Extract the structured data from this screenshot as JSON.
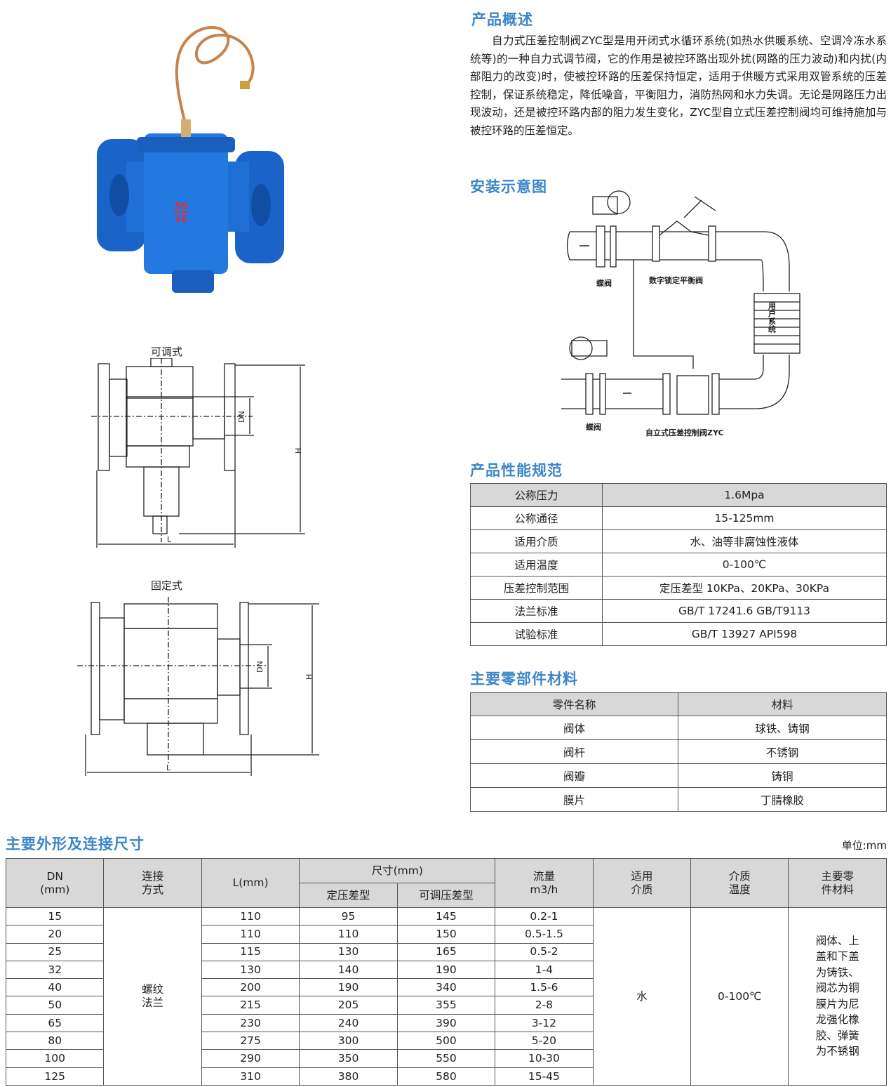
{
  "overview": {
    "heading": "产品概述",
    "text": "自力式压差控制阀ZYC型是用开闭式水循环系统(如热水供暖系统、空调冷冻水系统等)的一种自力式调节阀，它的作用是被控环路出现外扰(网路的压力波动)和内扰(内部阻力的改变)时，使被控环路的压差保持恒定，适用于供暖方式采用双管系统的压差控制，保证系统稳定，降低噪音，平衡阻力，消防热网和水力失调。无论是网路压力出现波动，还是被控环路内部的阻力发生变化，ZYC型自立式压差控制阀均可维持施加与被控环路的压差恒定。"
  },
  "photo": {
    "marking_top": "50",
    "marking_bottom": "16"
  },
  "install": {
    "heading": "安装示意图",
    "labels": {
      "butterfly_top": "蝶阀",
      "balance": "数字锁定平衡阀",
      "user_system": "用户系统",
      "butterfly_bottom": "蝶阀",
      "zyc": "自立式压差控制阀ZYC"
    }
  },
  "drawings": {
    "adjustable": "可调式",
    "fixed": "固定式",
    "dn": "DN",
    "h": "H",
    "l": "L"
  },
  "specs": {
    "heading": "产品性能规范",
    "rows": [
      [
        "公称压力",
        "1.6Mpa"
      ],
      [
        "公称通径",
        "15-125mm"
      ],
      [
        "适用介质",
        "水、油等非腐蚀性液体"
      ],
      [
        "适用温度",
        "0-100℃"
      ],
      [
        "压差控制范围",
        "定压差型 10KPa、20KPa、30KPa"
      ],
      [
        "法兰标准",
        "GB/T 17241.6 GB/T9113"
      ],
      [
        "试验标准",
        "GB/T 13927  API598"
      ]
    ]
  },
  "materials": {
    "heading": "主要零部件材料",
    "headers": [
      "零件名称",
      "材料"
    ],
    "rows": [
      [
        "阀体",
        "球铁、铸钢"
      ],
      [
        "阀杆",
        "不锈钢"
      ],
      [
        "阀瓣",
        "铸铜"
      ],
      [
        "膜片",
        "丁腈橡胶"
      ]
    ]
  },
  "dims": {
    "heading": "主要外形及连接尺寸",
    "unit": "单位:mm",
    "headers": {
      "dn": "DN\n(mm)",
      "conn": "连接\n方式",
      "l": "L(mm)",
      "size": "尺寸(mm)",
      "fixed": "定压差型",
      "adj": "可调压差型",
      "flow": "流量\nm3/h",
      "medium": "适用\n介质",
      "temp": "介质\n温度",
      "material": "主要零\n件材料"
    },
    "conn_value": "螺纹\n法兰",
    "medium_value": "水",
    "temp_value": "0-100℃",
    "material_value": "阀体、上盖和下盖为铸铁、阀芯为铜膜片为尼龙强化橡胶、弹簧为不锈钢",
    "rows": [
      [
        "15",
        "110",
        "95",
        "145",
        "0.2-1"
      ],
      [
        "20",
        "110",
        "110",
        "150",
        "0.5-1.5"
      ],
      [
        "25",
        "115",
        "130",
        "165",
        "0.5-2"
      ],
      [
        "32",
        "130",
        "140",
        "190",
        "1-4"
      ],
      [
        "40",
        "200",
        "190",
        "340",
        "1.5-6"
      ],
      [
        "50",
        "215",
        "205",
        "355",
        "2-8"
      ],
      [
        "65",
        "230",
        "240",
        "390",
        "3-12"
      ],
      [
        "80",
        "275",
        "300",
        "500",
        "5-20"
      ],
      [
        "100",
        "290",
        "350",
        "550",
        "10-30"
      ],
      [
        "125",
        "310",
        "380",
        "580",
        "15-45"
      ]
    ]
  }
}
